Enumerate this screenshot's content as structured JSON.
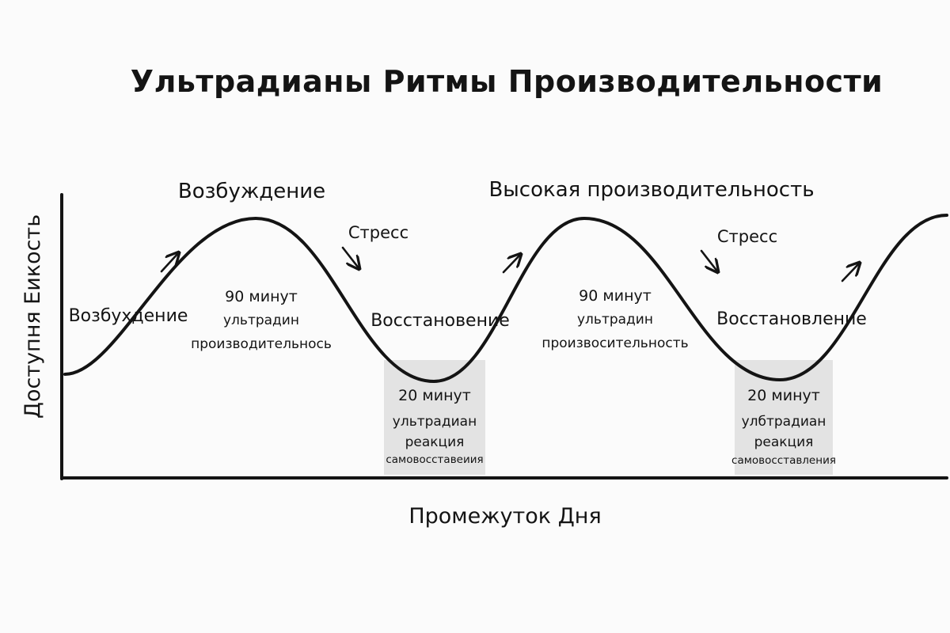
{
  "title": "Ультрадианы Ритмы Производительности",
  "axes": {
    "y_label": "Доступня Еикость",
    "x_label": "Промежуток Дня"
  },
  "phases": {
    "peak_1": "Возбуждение",
    "rise_1": "Возбухдение",
    "stress_1": "Стресс",
    "recovery_1": "Восстановение",
    "peak_2": "Высокая производительность",
    "stress_2": "Стресс",
    "recovery_2": "Восстановление"
  },
  "work_blocks": [
    {
      "line1": "90 минут",
      "line2": "ультрадин",
      "line3": "производительнось"
    },
    {
      "line1": "90 минут",
      "line2": "ультрадин",
      "line3": "произвосительность"
    }
  ],
  "recovery_blocks": [
    {
      "line1": "20 минут",
      "line2": "ультрадиан",
      "line3": "реакция",
      "line4": "самовосставеиия"
    },
    {
      "line1": "20 минут",
      "line2": "улбтрадиан",
      "line3": "реакция",
      "line4": "самовосставления"
    }
  ],
  "colors": {
    "background": "#fbfbfb",
    "ink": "#141414",
    "recovery_shade": "#e3e3e3"
  },
  "icons": {
    "rise_arrow": "arrow-up-right-icon",
    "fall_arrow": "arrow-down-right-icon"
  }
}
